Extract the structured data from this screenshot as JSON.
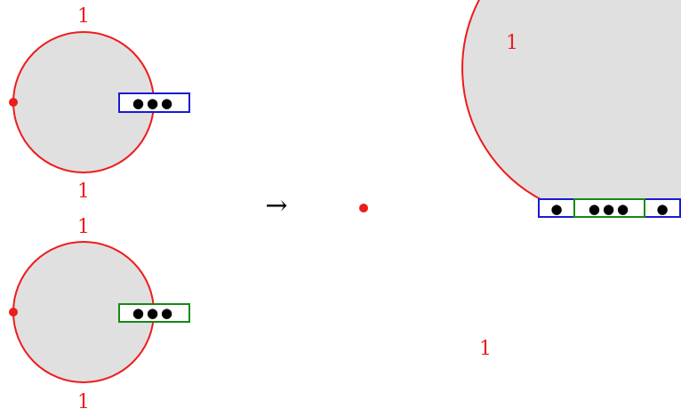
{
  "colors": {
    "disk_fill": "#e0e0e0",
    "boundary": "#ee1c1c",
    "marked_point": "#ee1c1c",
    "blue_box": "#1a1ad6",
    "green_box": "#158a15",
    "dots": "#000000"
  },
  "top_left": {
    "label_top": "1",
    "label_bottom": "1",
    "box_dots": "●●●"
  },
  "bottom_left": {
    "label_top": "1",
    "label_bottom": "1",
    "box_dots": "●●●"
  },
  "arrow": "→",
  "result": {
    "label_top": "1",
    "label_bottom": "1",
    "left_blue_dots": "●",
    "green_dots": "●●●",
    "right_blue_dots": "●"
  }
}
